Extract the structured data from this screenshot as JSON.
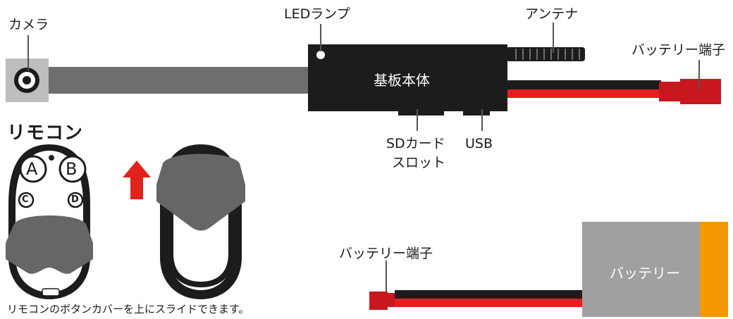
{
  "labels": {
    "camera": "カメラ",
    "led": "LEDランプ",
    "antenna": "アンテナ",
    "battery_terminal_top": "バッテリー端子",
    "board": "基板本体",
    "sd_line1": "SDカード",
    "sd_line2": "スロット",
    "usb": "USB",
    "remote_title": "リモコン",
    "battery_terminal_bottom": "バッテリー端子",
    "battery": "バッテリー",
    "remote_note": "リモコンのボタンカバーを上にスライドできます。"
  },
  "remote_buttons": [
    "A",
    "B",
    "C",
    "D"
  ],
  "colors": {
    "board": "#1c1c1c",
    "cable": "#6e6e6e",
    "wire_red": "#e61e1e",
    "connector": "#c8171e",
    "battery": "#a0a0a0",
    "battery_end": "#f39800",
    "arrow": "#e0231c",
    "remote_cover": "#666666"
  }
}
